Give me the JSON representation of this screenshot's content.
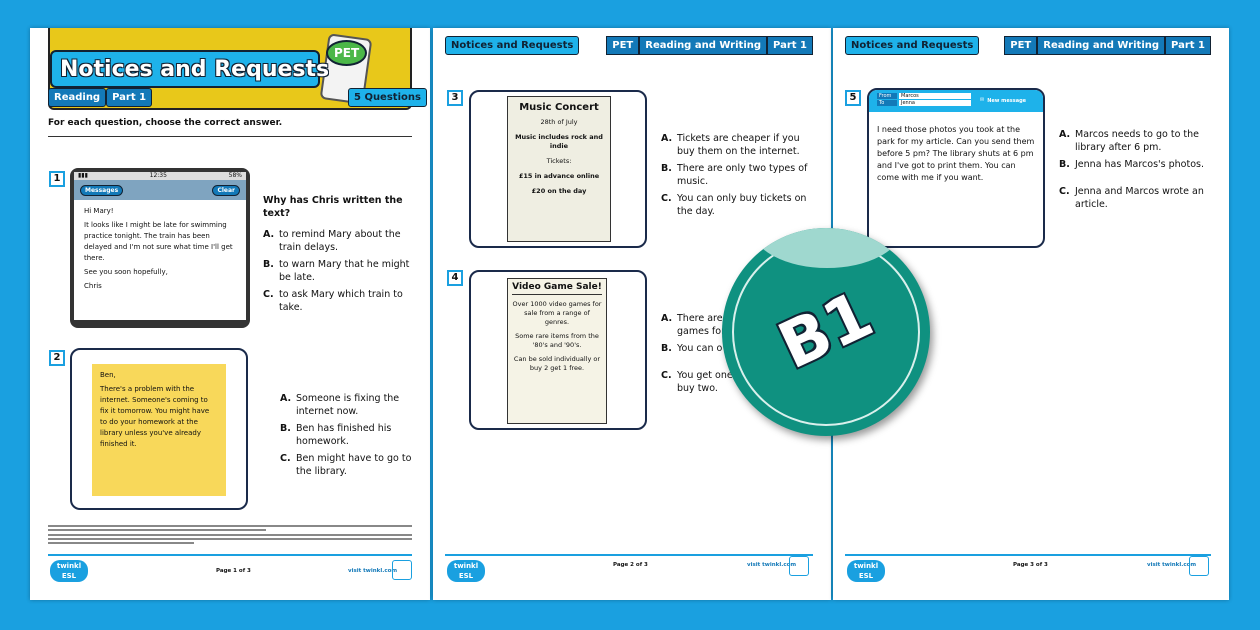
{
  "page1": {
    "title": "Notices and Requests",
    "tags": [
      "Reading",
      "Part 1"
    ],
    "questions_badge": "5 Questions",
    "exam_badge": "PET",
    "instruction": "For each question, choose the correct answer.",
    "q1": {
      "num": "1",
      "phone": {
        "time": "12:35",
        "battery": "58%",
        "back": "Messages",
        "clear": "Clear",
        "lines": [
          "Hi Mary!",
          "It looks like I might be late for swimming practice tonight. The train has been delayed and I'm not sure what time I'll get there.",
          "See you soon hopefully,",
          "Chris"
        ]
      },
      "question": "Why has Chris written the text?",
      "options": [
        [
          "A.",
          "to remind Mary about the train delays."
        ],
        [
          "B.",
          "to warn Mary that he might be late."
        ],
        [
          "C.",
          "to ask Mary which train to take."
        ]
      ]
    },
    "q2": {
      "num": "2",
      "note": [
        "Ben,",
        "There's a problem with the internet. Someone's coming to fix it tomorrow. You might have to do your homework at the library unless you've already finished it."
      ],
      "options": [
        [
          "A.",
          "Someone is fixing the internet now."
        ],
        [
          "B.",
          "Ben has finished his homework."
        ],
        [
          "C.",
          "Ben might have to go to the library."
        ]
      ]
    },
    "footer": {
      "page": "Page 1 of 3",
      "visit": "visit twinkl.com",
      "logo": "twinkl ESL"
    }
  },
  "header": {
    "left": "Notices and Requests",
    "right": [
      "PET",
      "Reading and Writing",
      "Part 1"
    ]
  },
  "page2": {
    "q3": {
      "num": "3",
      "poster": [
        "Music Concert",
        "28th of July",
        "Music includes rock and indie",
        "Tickets:",
        "£15 in advance online",
        "£20 on the day"
      ],
      "options": [
        [
          "A.",
          "Tickets are cheaper if you buy them on the internet."
        ],
        [
          "B.",
          "There are only two types of music."
        ],
        [
          "C.",
          "You can only buy tickets on the day."
        ]
      ]
    },
    "q4": {
      "num": "4",
      "poster": [
        "Video Game Sale!",
        "Over 1000 video games for sale from a range of genres.",
        "Some rare items from the '80's and '90's.",
        "Can be sold individually or buy 2 get 1 free."
      ],
      "options": [
        [
          "A.",
          "There are games for"
        ],
        [
          "B.",
          "You can o"
        ],
        [
          "C.",
          "You get one buy two."
        ]
      ]
    },
    "footer": {
      "page": "Page 2 of 3",
      "visit": "visit twinkl.com",
      "logo": "twinkl ESL"
    }
  },
  "page3": {
    "q5": {
      "num": "5",
      "email": {
        "from_label": "From",
        "from": "Marcos",
        "to_label": "To",
        "to": "Jenna",
        "new": "New message",
        "body": "I need those photos you took at the park for my article. Can you send them before 5 pm? The library shuts at 6 pm and I've got to print them. You can come with me if you want."
      },
      "options": [
        [
          "A.",
          "Marcos needs to go to the library after 6 pm."
        ],
        [
          "B.",
          "Jenna has Marcos's photos."
        ],
        [
          "C.",
          "Jenna and Marcos wrote an article."
        ]
      ]
    },
    "footer": {
      "page": "Page 3 of 3",
      "visit": "visit twinkl.com",
      "logo": "twinkl ESL"
    }
  },
  "level_badge": {
    "label": "B1",
    "color": "#0f9180"
  }
}
